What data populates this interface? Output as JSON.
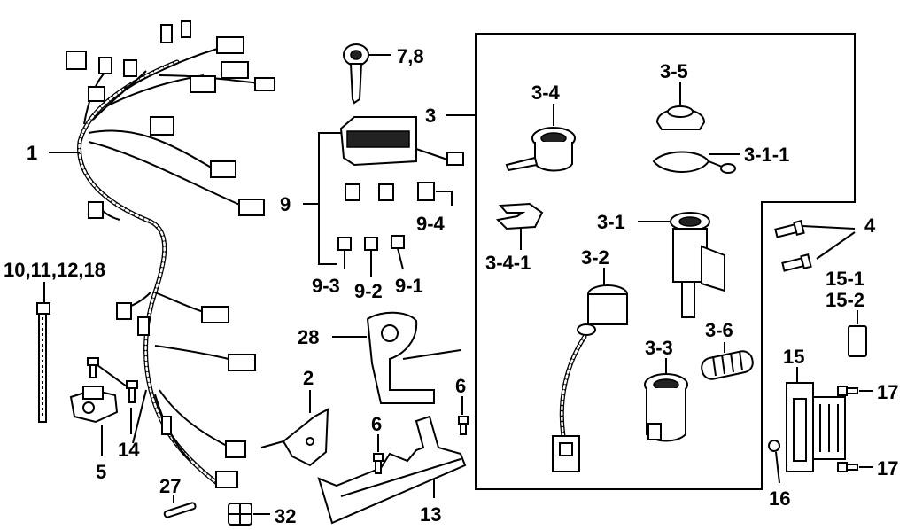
{
  "labels": {
    "l1": "1",
    "l2": "2",
    "l3": "3",
    "l3_1": "3-1",
    "l3_1_1": "3-1-1",
    "l3_2": "3-2",
    "l3_3": "3-3",
    "l3_4": "3-4",
    "l3_4_1": "3-4-1",
    "l3_5": "3-5",
    "l3_6": "3-6",
    "l4": "4",
    "l5": "5",
    "l6a": "6",
    "l6b": "6",
    "l7_8": "7,8",
    "l9": "9",
    "l9_1": "9-1",
    "l9_2": "9-2",
    "l9_3": "9-3",
    "l9_4": "9-4",
    "l10_11_12_18": "10,11,12,18",
    "l13": "13",
    "l14": "14",
    "l15": "15",
    "l15_1": "15-1",
    "l15_2": "15-2",
    "l16": "16",
    "l17a": "17",
    "l17b": "17",
    "l27": "27",
    "l28": "28",
    "l32": "32"
  }
}
